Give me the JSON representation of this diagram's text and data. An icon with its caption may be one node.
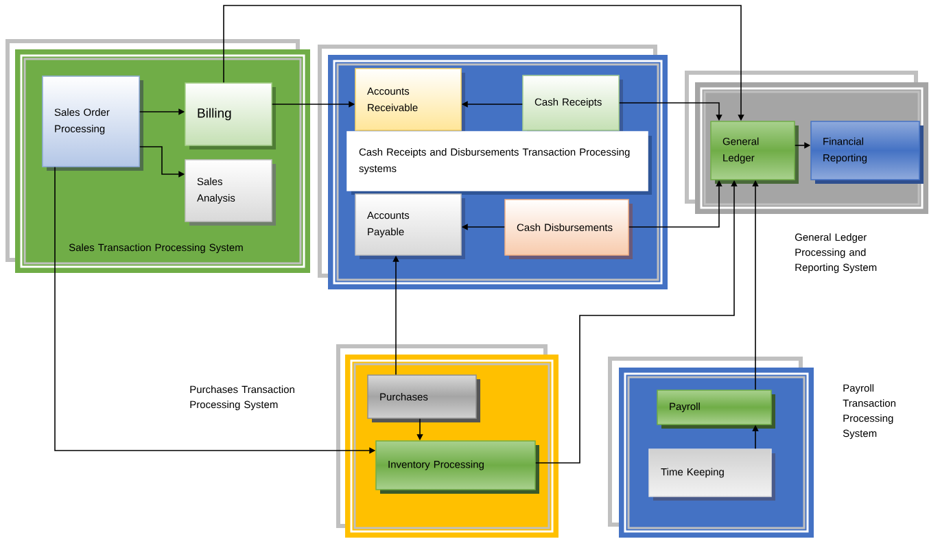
{
  "diagram": {
    "nodes": [
      {
        "text": [
          "Sales Transaction Processing System"
        ]
      },
      {
        "text": [
          "Sales Order Processing"
        ],
        "in": 0
      },
      {
        "text": [
          "Billing"
        ],
        "in": 0
      },
      {
        "text": [
          "Sales Analysis"
        ],
        "in": 0
      },
      {
        "text": [],
        "shape": "box"
      },
      {
        "text": [
          "Accounts Receivable"
        ],
        "in": 4
      },
      {
        "text": [
          "Cash Receipts"
        ],
        "in": 4
      },
      {
        "text": [
          "Cash Receipts and Disbursements Transaction Processing systems"
        ],
        "in": 4
      },
      {
        "text": [
          "Accounts Payable"
        ],
        "in": 4
      },
      {
        "text": [
          "Cash Disbursements"
        ],
        "in": 4
      },
      {
        "text": [
          "General Ledger Processing and Reporting System"
        ]
      },
      {
        "text": [
          "General Ledger"
        ],
        "in": 10
      },
      {
        "text": [
          "Financial Reporting"
        ],
        "in": 10
      },
      {
        "text": [
          "Purchases Transaction Processing System"
        ]
      },
      {
        "text": [
          "Purchases"
        ],
        "in": 13
      },
      {
        "text": [
          "Inventory Processing"
        ],
        "in": 13
      },
      {
        "text": [
          "Payroll Transaction Processing System"
        ]
      },
      {
        "text": [
          "Payroll"
        ],
        "in": 16
      },
      {
        "text": [
          "Time Keeping"
        ],
        "in": 16
      }
    ],
    "edges": [
      {
        "from": 1,
        "to": 2,
        "arrow": "to"
      },
      {
        "from": 1,
        "to": 3,
        "arrow": "to"
      },
      {
        "from": 2,
        "to": 5,
        "arrow": "to"
      },
      {
        "from": 2,
        "to": 11,
        "arrow": "to"
      },
      {
        "from": 6,
        "to": 5,
        "arrow": "to"
      },
      {
        "from": 6,
        "to": 11,
        "arrow": "to"
      },
      {
        "from": 9,
        "to": 8,
        "arrow": "to"
      },
      {
        "from": 9,
        "to": 11,
        "arrow": "to"
      },
      {
        "from": 14,
        "to": 8,
        "arrow": "to"
      },
      {
        "from": 14,
        "to": 15,
        "arrow": "to"
      },
      {
        "from": 1,
        "to": 15,
        "arrow": "to"
      },
      {
        "from": 15,
        "to": 11,
        "arrow": "to"
      },
      {
        "from": 17,
        "to": 11,
        "arrow": "to"
      },
      {
        "from": 18,
        "to": 17,
        "arrow": "to"
      },
      {
        "from": 11,
        "to": 12,
        "arrow": "to"
      }
    ]
  }
}
